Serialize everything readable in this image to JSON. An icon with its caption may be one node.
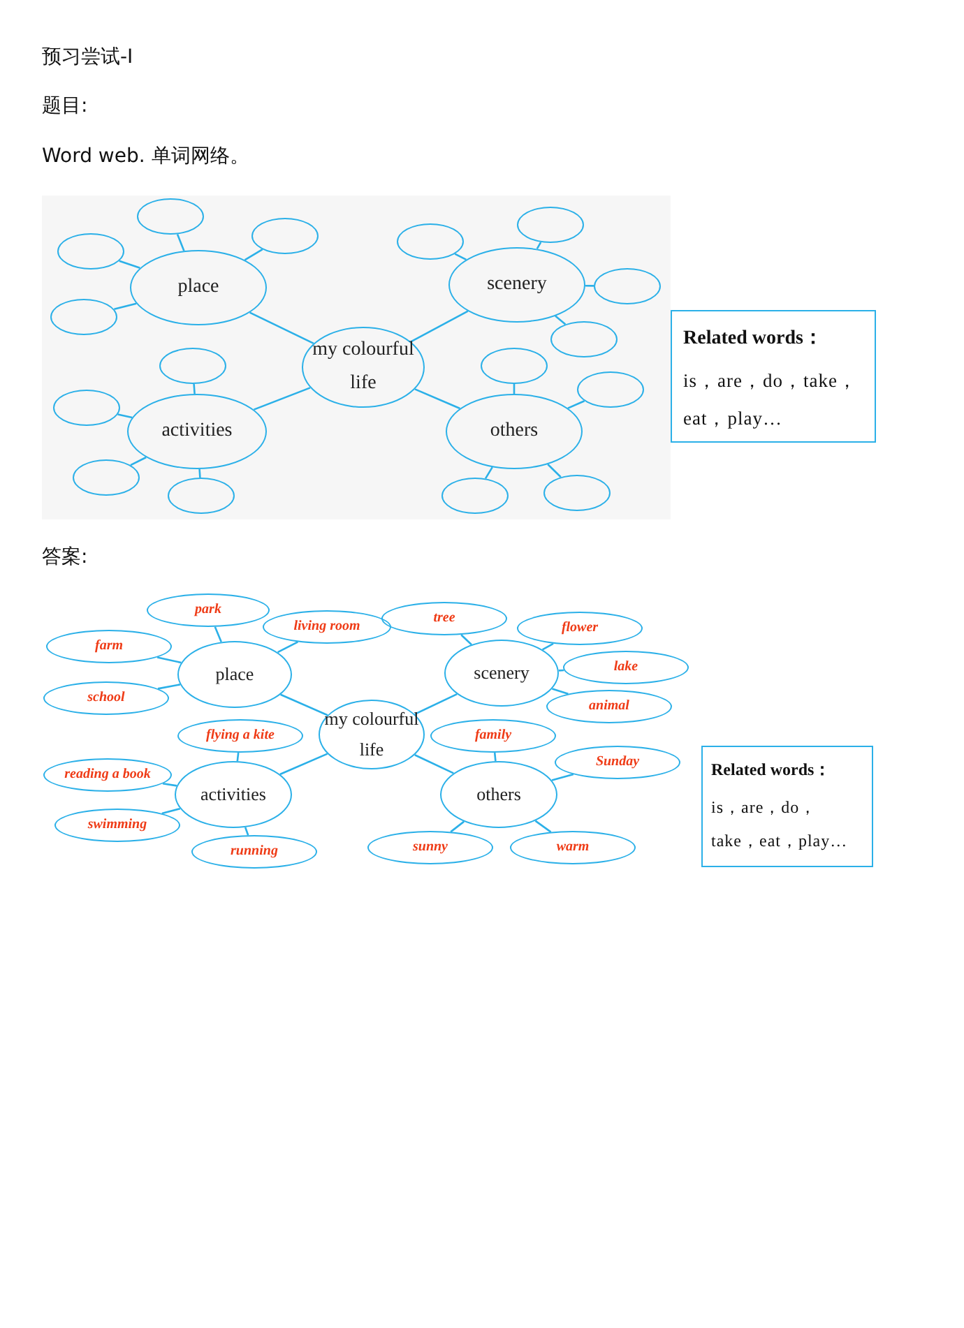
{
  "diagram": {
    "nodes": [
      {
        "text": [
          "my colourful life"
        ]
      },
      {
        "text": [
          "place"
        ]
      },
      {
        "text": [],
        "shape": "ellipse"
      },
      {
        "text": [],
        "shape": "ellipse"
      },
      {
        "text": [],
        "shape": "ellipse"
      },
      {
        "text": [],
        "shape": "ellipse"
      },
      {
        "text": [
          "scenery"
        ]
      },
      {
        "text": [],
        "shape": "ellipse"
      },
      {
        "text": [],
        "shape": "ellipse"
      },
      {
        "text": [],
        "shape": "ellipse"
      },
      {
        "text": [],
        "shape": "ellipse"
      },
      {
        "text": [
          "activities"
        ]
      },
      {
        "text": [],
        "shape": "ellipse"
      },
      {
        "text": [],
        "shape": "ellipse"
      },
      {
        "text": [],
        "shape": "ellipse"
      },
      {
        "text": [],
        "shape": "ellipse"
      },
      {
        "text": [
          "others"
        ]
      },
      {
        "text": [],
        "shape": "ellipse"
      },
      {
        "text": [],
        "shape": "ellipse"
      },
      {
        "text": [],
        "shape": "ellipse"
      },
      {
        "text": [],
        "shape": "ellipse"
      },
      {
        "text": [
          "Related words：",
          "is，are，do，take，eat，play…"
        ]
      },
      {
        "text": [
          "my colourful life"
        ]
      },
      {
        "text": [
          "place"
        ]
      },
      {
        "text": [
          "park"
        ]
      },
      {
        "text": [
          "farm"
        ]
      },
      {
        "text": [
          "school"
        ]
      },
      {
        "text": [
          "living room"
        ]
      },
      {
        "text": [
          "scenery"
        ]
      },
      {
        "text": [
          "tree"
        ]
      },
      {
        "text": [
          "flower"
        ]
      },
      {
        "text": [
          "lake"
        ]
      },
      {
        "text": [
          "animal"
        ]
      },
      {
        "text": [
          "activities"
        ]
      },
      {
        "text": [
          "flying a kite"
        ]
      },
      {
        "text": [
          "reading a book"
        ]
      },
      {
        "text": [
          "swimming"
        ]
      },
      {
        "text": [
          "running"
        ]
      },
      {
        "text": [
          "others"
        ]
      },
      {
        "text": [
          "family"
        ]
      },
      {
        "text": [
          "Sunday"
        ]
      },
      {
        "text": [
          "sunny"
        ]
      },
      {
        "text": [
          "warm"
        ]
      },
      {
        "text": [
          "Related words：",
          "is，are，do，take，eat，play…"
        ]
      }
    ],
    "edges": [
      {
        "from": 0,
        "to": 1,
        "arrow": "none"
      },
      {
        "from": 0,
        "to": 6,
        "arrow": "none"
      },
      {
        "from": 0,
        "to": 11,
        "arrow": "none"
      },
      {
        "from": 0,
        "to": 16,
        "arrow": "none"
      },
      {
        "from": 1,
        "to": 2,
        "arrow": "none"
      },
      {
        "from": 1,
        "to": 3,
        "arrow": "none"
      },
      {
        "from": 1,
        "to": 4,
        "arrow": "none"
      },
      {
        "from": 1,
        "to": 5,
        "arrow": "none"
      },
      {
        "from": 6,
        "to": 7,
        "arrow": "none"
      },
      {
        "from": 6,
        "to": 8,
        "arrow": "none"
      },
      {
        "from": 6,
        "to": 9,
        "arrow": "none"
      },
      {
        "from": 6,
        "to": 10,
        "arrow": "none"
      },
      {
        "from": 11,
        "to": 12,
        "arrow": "none"
      },
      {
        "from": 11,
        "to": 13,
        "arrow": "none"
      },
      {
        "from": 11,
        "to": 14,
        "arrow": "none"
      },
      {
        "from": 11,
        "to": 15,
        "arrow": "none"
      },
      {
        "from": 16,
        "to": 17,
        "arrow": "none"
      },
      {
        "from": 16,
        "to": 18,
        "arrow": "none"
      },
      {
        "from": 16,
        "to": 19,
        "arrow": "none"
      },
      {
        "from": 16,
        "to": 20,
        "arrow": "none"
      },
      {
        "from": 22,
        "to": 23,
        "arrow": "none"
      },
      {
        "from": 22,
        "to": 28,
        "arrow": "none"
      },
      {
        "from": 22,
        "to": 33,
        "arrow": "none"
      },
      {
        "from": 22,
        "to": 38,
        "arrow": "none"
      },
      {
        "from": 23,
        "to": 24,
        "arrow": "none"
      },
      {
        "from": 23,
        "to": 25,
        "arrow": "none"
      },
      {
        "from": 23,
        "to": 26,
        "arrow": "none"
      },
      {
        "from": 23,
        "to": 27,
        "arrow": "none"
      },
      {
        "from": 28,
        "to": 29,
        "arrow": "none"
      },
      {
        "from": 28,
        "to": 30,
        "arrow": "none"
      },
      {
        "from": 28,
        "to": 31,
        "arrow": "none"
      },
      {
        "from": 28,
        "to": 32,
        "arrow": "none"
      },
      {
        "from": 33,
        "to": 34,
        "arrow": "none"
      },
      {
        "from": 33,
        "to": 35,
        "arrow": "none"
      },
      {
        "from": 33,
        "to": 36,
        "arrow": "none"
      },
      {
        "from": 33,
        "to": 37,
        "arrow": "none"
      },
      {
        "from": 38,
        "to": 39,
        "arrow": "none"
      },
      {
        "from": 38,
        "to": 40,
        "arrow": "none"
      },
      {
        "from": 38,
        "to": 41,
        "arrow": "none"
      },
      {
        "from": 38,
        "to": 42,
        "arrow": "none"
      }
    ],
    "labels": [
      "预习尝试-I",
      "题目:",
      "Word web. 单词网络。",
      "答案:"
    ]
  }
}
